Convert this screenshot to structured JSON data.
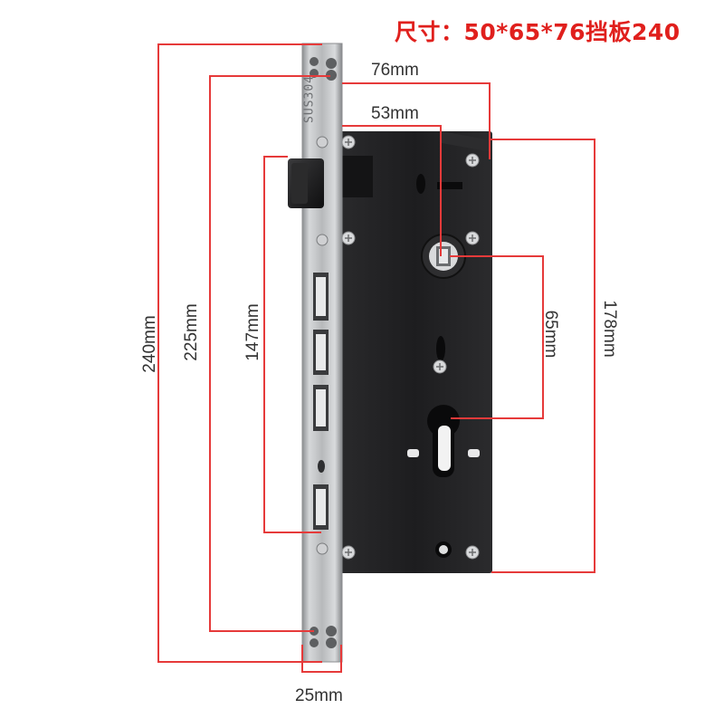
{
  "title": "尺寸：50*65*76挡板240",
  "faceplate_stamp": "SUS304",
  "dimensions": {
    "d76": "76mm",
    "d53": "53mm",
    "d240": "240mm",
    "d225": "225mm",
    "d147": "147mm",
    "d65": "65mm",
    "d178": "178mm",
    "d25": "25mm"
  },
  "colors": {
    "title": "#e0201d",
    "dimension_lines": "#e63a3a",
    "lock_body": "#1f1f21",
    "faceplate": "#b9bbbd"
  }
}
